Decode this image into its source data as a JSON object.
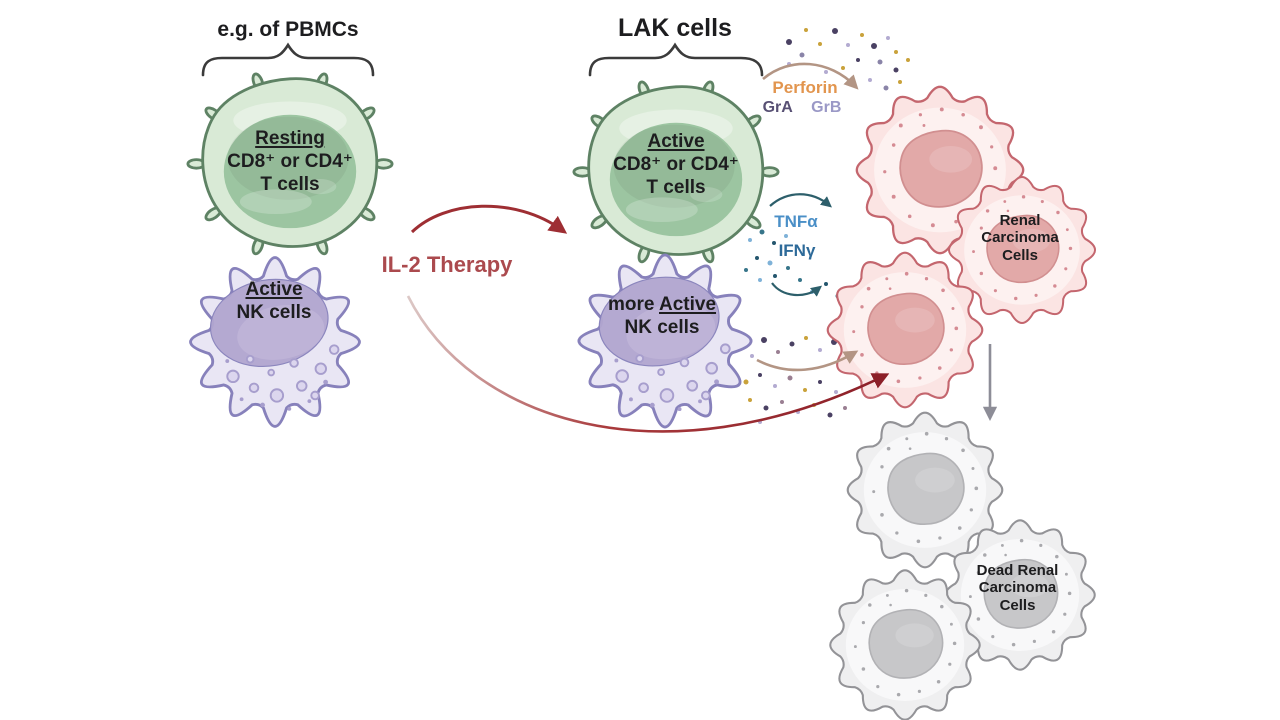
{
  "pbmc_group": {
    "title": "e.g. of PBMCs",
    "t_cell": {
      "state": "Resting",
      "markers": "CD8⁺ or CD4⁺",
      "type": "T cells"
    },
    "nk_cell": {
      "state": "Active",
      "type": "NK cells"
    }
  },
  "therapy": {
    "label": "IL-2 Therapy"
  },
  "lak_group": {
    "title": "LAK cells",
    "t_cell": {
      "state": "Active",
      "markers": "CD8⁺ or CD4⁺",
      "type": "T cells"
    },
    "nk_cell": {
      "state_prefix": "more ",
      "state": "Active",
      "type": "NK cells"
    }
  },
  "mediators": {
    "perforin": "Perforin",
    "granzyme_a": "GrA",
    "granzyme_b": "GrB",
    "tnf_alpha": "TNFα",
    "ifn_gamma": "IFNγ"
  },
  "tumor_cells": {
    "label": [
      "Renal",
      "Carcinoma",
      "Cells"
    ]
  },
  "dead_tumor_cells": {
    "label": [
      "Dead Renal",
      "Carcinoma",
      "Cells"
    ]
  },
  "colors": {
    "therapy_text": "#ab4a4e",
    "therapy_arrow": "#9e2e33",
    "kill_arrow": "#8c1f28",
    "perforin": "#e2954e",
    "granzyme_a": "#585074",
    "granzyme_b": "#9a98c6",
    "tnf_alpha": "#4a8fc7",
    "ifn_gamma": "#2d6a99",
    "secretion_arrow": "#b39584",
    "cytokine_arrow": "#2d5f6b",
    "death_arrow": "#8d8d97",
    "bracket": "#3b3b3b"
  }
}
